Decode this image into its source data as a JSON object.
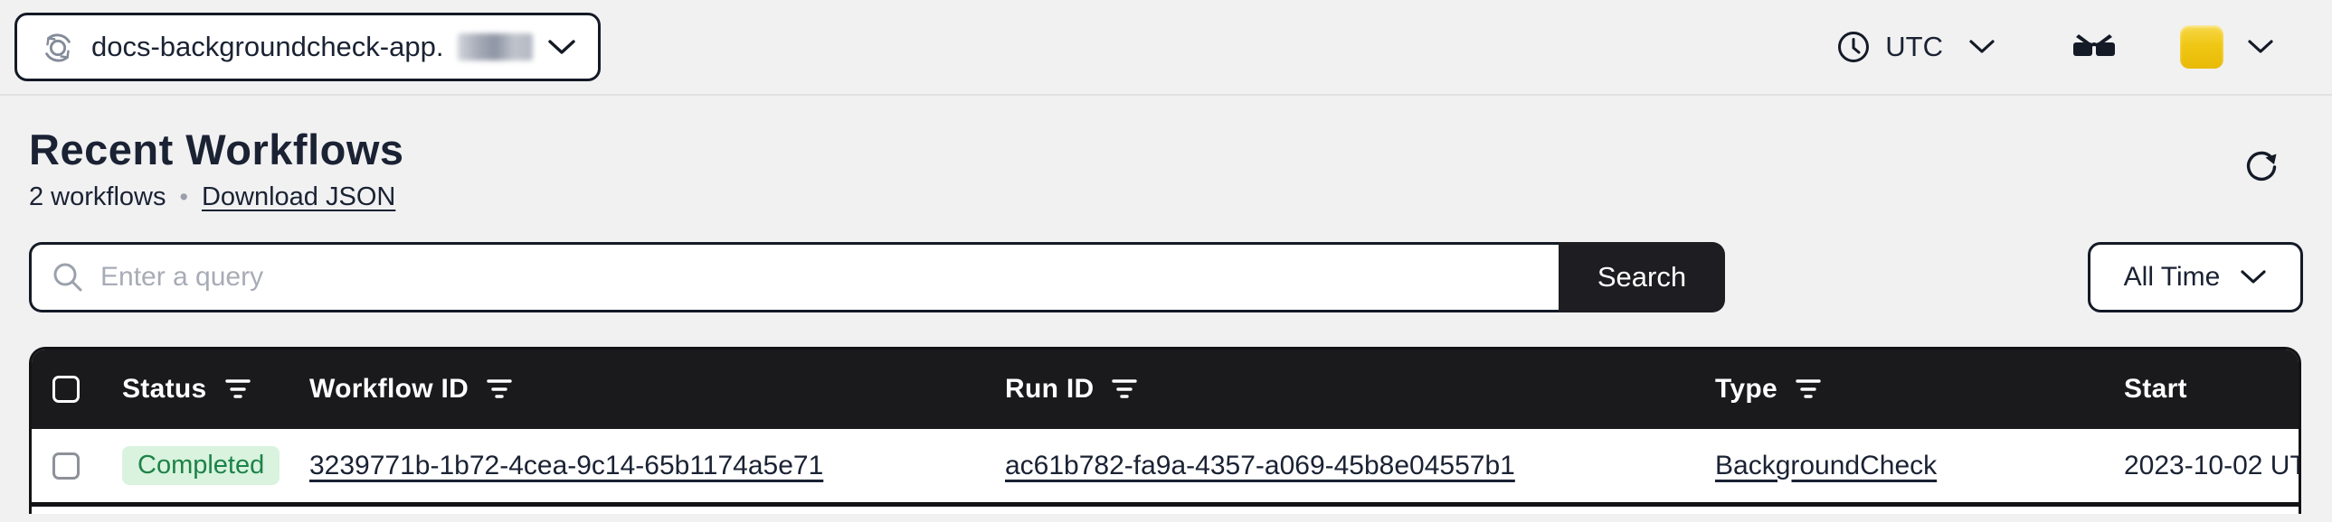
{
  "topbar": {
    "namespace": {
      "label": "docs-backgroundcheck-app.",
      "suffix_redacted": true,
      "icon": "namespace-cycle-icon"
    },
    "timezone": {
      "icon": "clock-icon",
      "label": "UTC"
    },
    "labs": {
      "icon": "glasses-icon"
    },
    "account": {
      "icon": "avatar",
      "avatar_color": "#f0c715"
    }
  },
  "header": {
    "title": "Recent Workflows",
    "count_text": "2 workflows",
    "separator": "•",
    "download_label": "Download JSON",
    "refresh_icon": "refresh-icon"
  },
  "search": {
    "placeholder": "Enter a query",
    "value": "",
    "icon": "search-icon",
    "button_label": "Search",
    "time_filter_label": "All Time"
  },
  "table": {
    "columns": [
      {
        "label": "Status",
        "filter": true
      },
      {
        "label": "Workflow ID",
        "filter": true
      },
      {
        "label": "Run ID",
        "filter": true
      },
      {
        "label": "Type",
        "filter": true
      },
      {
        "label": "Start",
        "filter": false
      }
    ],
    "rows": [
      {
        "status": "Completed",
        "workflow_id": "3239771b-1b72-4cea-9c14-65b1174a5e71",
        "run_id": "ac61b782-fa9a-4357-a069-45b8e04557b1",
        "type": "BackgroundCheck",
        "start": "2023-10-02 UT"
      }
    ]
  },
  "colors": {
    "page_background": "#f1f1f2",
    "table_header": "#1a191c",
    "accent_black": "#141a26",
    "badge_background": "#d9f3de",
    "badge_text": "#1d8348",
    "avatar_yellow": "#f0c715",
    "text": "#1a2233"
  }
}
